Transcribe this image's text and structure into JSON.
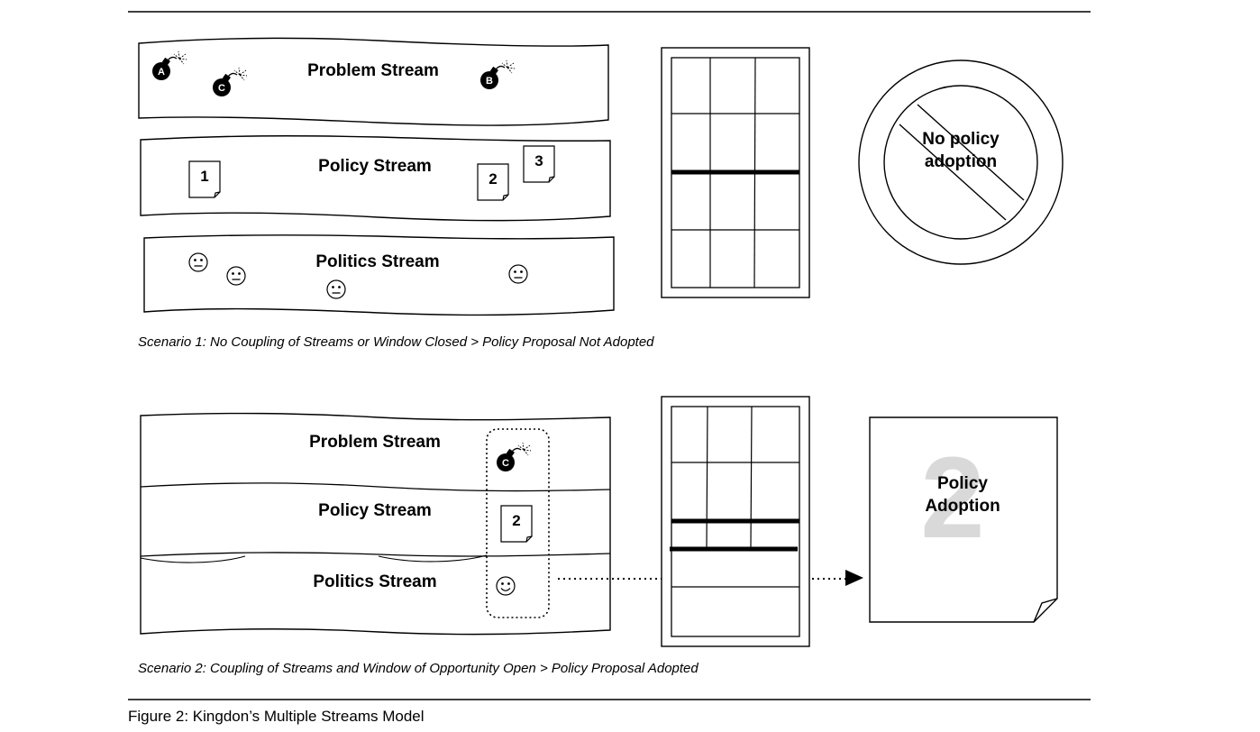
{
  "scenario1": {
    "streams": [
      {
        "label": "Problem Stream"
      },
      {
        "label": "Policy Stream"
      },
      {
        "label": "Politics Stream"
      }
    ],
    "bombs": [
      "A",
      "C",
      "B"
    ],
    "documents": [
      "1",
      "2",
      "3"
    ],
    "outcome_label_line1": "No policy",
    "outcome_label_line2": "adoption",
    "caption": "Scenario 1: No Coupling of Streams or Window Closed  >  Policy Proposal Not Adopted"
  },
  "scenario2": {
    "streams": [
      {
        "label": "Problem Stream"
      },
      {
        "label": "Policy Stream"
      },
      {
        "label": "Politics Stream"
      }
    ],
    "bomb": "C",
    "document": "2",
    "outcome_watermark": "2",
    "outcome_label_line1": "Policy",
    "outcome_label_line2": "Adoption",
    "caption": "Scenario 2: Coupling of Streams and Window of Opportunity Open  >  Policy Proposal Adopted"
  },
  "figure_title": "Figure 2: Kingdon’s Multiple Streams Model"
}
